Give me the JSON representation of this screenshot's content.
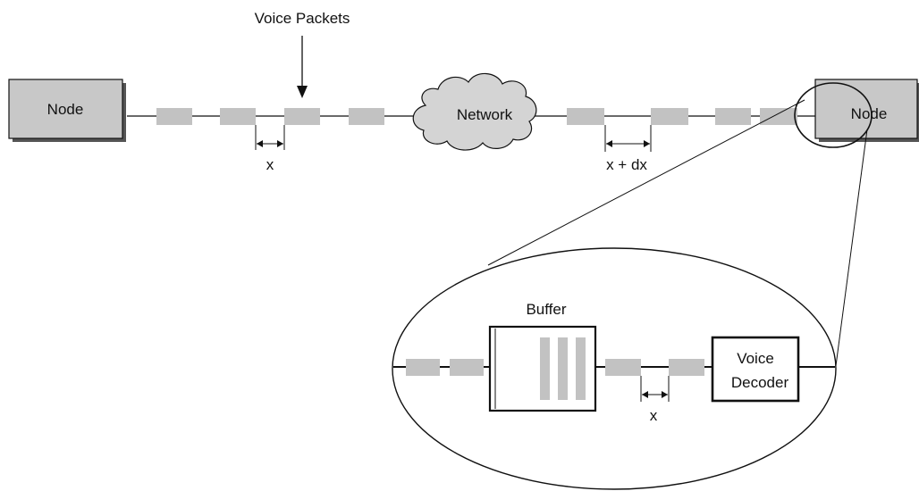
{
  "labels": {
    "voice_packets": "Voice Packets",
    "node_left": "Node",
    "node_right": "Node",
    "network": "Network",
    "spacing_in": "x",
    "spacing_out": "x + dx",
    "buffer": "Buffer",
    "decoder_line1": "Voice",
    "decoder_line2": "Decoder",
    "spacing_decoded": "x"
  },
  "colors": {
    "packet": "#c2c2c2",
    "node_fill": "#c8c8c8",
    "line": "#111111",
    "background": "#ffffff"
  },
  "icons": [
    "cloud-icon",
    "arrow-down-icon",
    "dimension-arrow-icon"
  ]
}
